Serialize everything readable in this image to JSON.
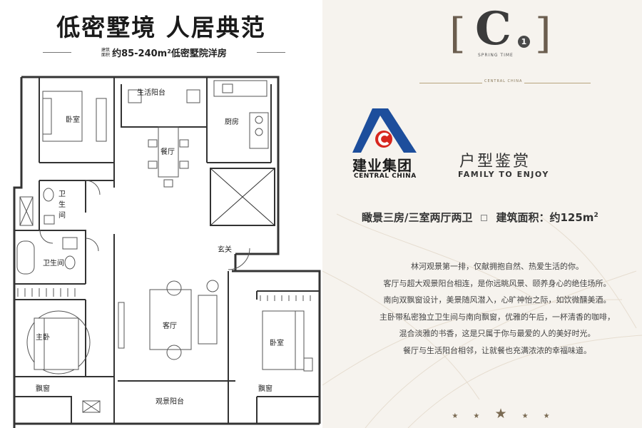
{
  "headline": "低密墅境  人居典范",
  "subheadline": {
    "area_label": [
      "建筑",
      "面积"
    ],
    "text": "约85-240m²低密墅院洋房"
  },
  "floorplan": {
    "rooms": {
      "bedroom_nw": "卧室",
      "balcony_living": "生活阳台",
      "kitchen": "厨房",
      "dining": "餐厅",
      "bath_1_lines": [
        "卫",
        "生",
        "间"
      ],
      "bath_2": "卫生间",
      "foyer": "玄关",
      "living": "客厅",
      "master": "主卧",
      "bedroom_se": "卧室",
      "bay_window_left": "飘窗",
      "bay_window_right": "飘窗",
      "view_balcony": "观景阳台"
    }
  },
  "unit": {
    "letter": "C",
    "number": "1",
    "subtitle": "SPRING TIME",
    "divider_tag": "CENTRAL CHINA"
  },
  "brand": {
    "name_cn": "建业集团",
    "name_en": "CENTRAL CHINA",
    "colors": {
      "blue": "#1d4e9c",
      "red": "#d7261e"
    }
  },
  "section": {
    "title_cn": "户型鉴赏",
    "title_en": "FAMILY TO ENJOY"
  },
  "spec": {
    "layout": "瞰景三房/三室两厅两卫",
    "area_text": "建筑面积：约125m",
    "area_sup": "2"
  },
  "description": [
    "林河观景第一排，仅献拥抱自然、热爱生活的你。",
    "客厅与超大观景阳台相连，是你远眺风景、颐养身心的绝佳场所。",
    "南向双飘窗设计，美景随风潜入，心旷神怡之际，如饮微醺美酒。",
    "主卧带私密独立卫生间与南向飘窗，优雅的午后，一杯清香的咖啡，",
    "混合淡雅的书香，这是只属于你与最爱的人的美好时光。",
    "餐厅与生活阳台相邻，让就餐也充满浓浓的幸福味道。"
  ],
  "stars": [
    "★",
    "★",
    "★",
    "★",
    "★"
  ]
}
